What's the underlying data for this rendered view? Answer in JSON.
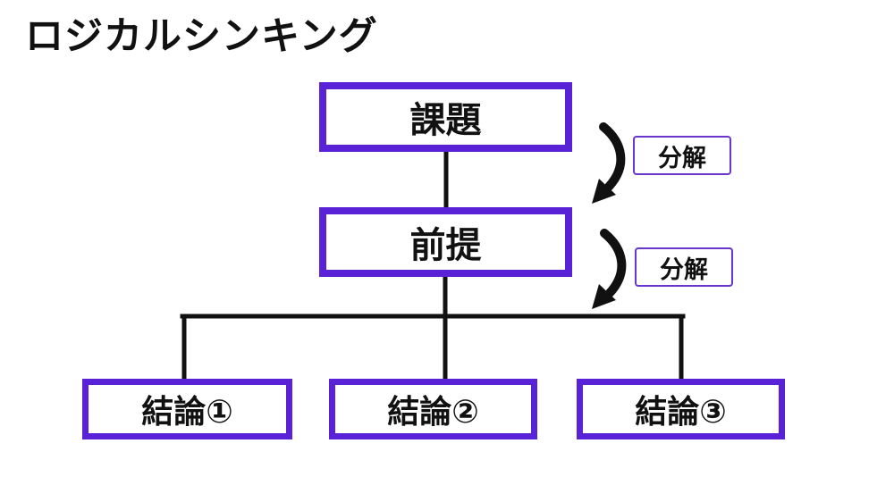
{
  "title": "ロジカルシンキング",
  "colors": {
    "box_border_purple": "#5a22d6",
    "label_border_purple": "#6a35cc",
    "connector_black": "#111111",
    "text_black": "#111111",
    "background": "#ffffff"
  },
  "diagram": {
    "nodes": [
      {
        "id": "kadai",
        "label": "課題"
      },
      {
        "id": "zentei",
        "label": "前提"
      },
      {
        "id": "conclusion-1",
        "label": "結論①"
      },
      {
        "id": "conclusion-2",
        "label": "結論②"
      },
      {
        "id": "conclusion-3",
        "label": "結論③"
      }
    ],
    "decompose_labels": [
      {
        "label": "分解"
      },
      {
        "label": "分解"
      }
    ]
  }
}
